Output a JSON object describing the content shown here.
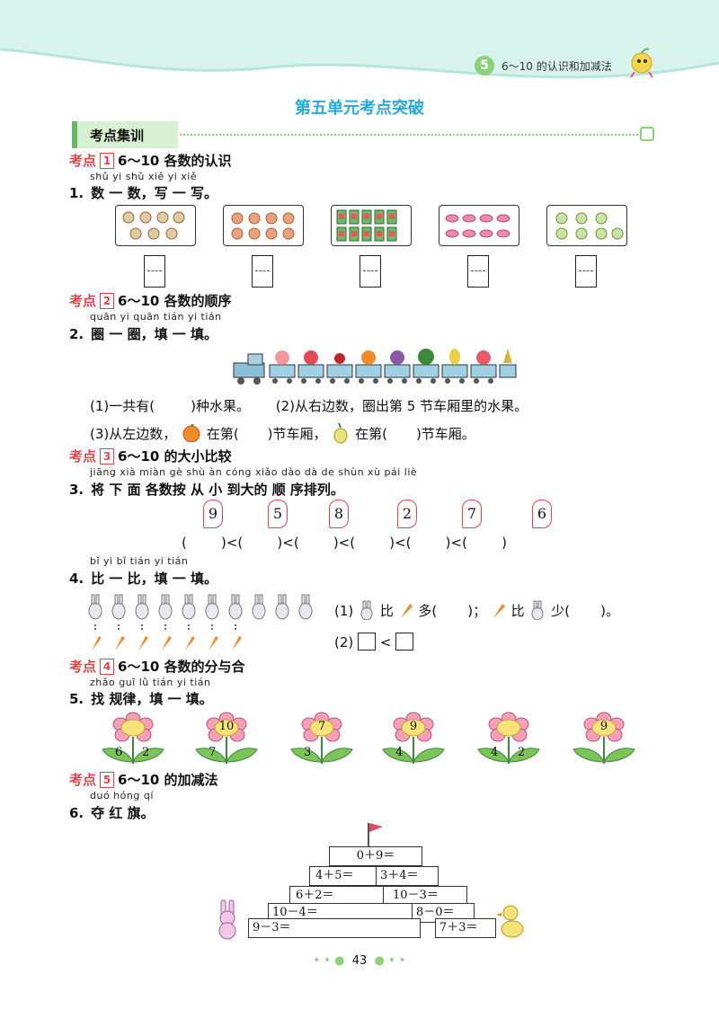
{
  "header": {
    "unit_no": "5",
    "unit_title": "6～10 的认识和加减法"
  },
  "page_title": "第五单元考点突破",
  "section_tag": "考点集训",
  "kp1": {
    "label": "考点",
    "num": "1",
    "title": "6～10 各数的认识",
    "pinyin": "shǔ yi shǔ  xiě yi xiě",
    "q_no": "1.",
    "q_text": "数 一 数，写 一 写。"
  },
  "kp2": {
    "label": "考点",
    "num": "2",
    "title": "6～10 各数的顺序",
    "pinyin": "quān yi quān  tián yi tián",
    "q_no": "2.",
    "q_text": "圈 一 圈，填 一 填。",
    "l1a": "(1)一共有(",
    "l1b": ")种水果。",
    "l1c": "(2)从右边数，圈出第 5 节车厢里的水果。",
    "l2a": "(3)从左边数，",
    "l2b": "在第(",
    "l2c": ")节车厢，",
    "l2d": "在第(",
    "l2e": ")节车厢。"
  },
  "kp3": {
    "label": "考点",
    "num": "3",
    "title": "6～10 的大小比较",
    "pinyin": "jiāng xià miàn gè shù àn cóng xiǎo dào dà de shùn xù pái liè",
    "q_no": "3.",
    "q_text": "将 下 面 各数按 从  小 到大的 顺 序排列。",
    "numbers": [
      "9",
      "5",
      "8",
      "2",
      "7",
      "6"
    ],
    "order_line": "(        )<(        )<(        )<(        )<(        )<(        )"
  },
  "q4": {
    "pinyin": "bǐ yi bǐ  tián yi tián",
    "q_no": "4.",
    "q_text": "比 一 比，填 一 填。",
    "p1a": "(1)",
    "p1b": "比",
    "p1c": "多(",
    "p1d": ")；",
    "p1e": "比",
    "p1f": "少(",
    "p1g": ")。",
    "p2a": "(2)",
    "p2b": "<"
  },
  "kp4": {
    "label": "考点",
    "num": "4",
    "title": "6～10 各数的分与合",
    "pinyin": "zhǎo guī lǜ  tián yi tián",
    "q_no": "5.",
    "q_text": "找 规律，填 一 填。",
    "flowers": [
      {
        "top": "",
        "left": "6",
        "right": "2"
      },
      {
        "top": "10",
        "left": "7",
        "right": ""
      },
      {
        "top": "7",
        "left": "3",
        "right": ""
      },
      {
        "top": "9",
        "left": "4",
        "right": ""
      },
      {
        "top": "",
        "left": "4",
        "right": "2"
      },
      {
        "top": "9",
        "left": "",
        "right": ""
      }
    ]
  },
  "kp5": {
    "label": "考点",
    "num": "5",
    "title": "6～10 的加减法",
    "pinyin": "duó hóng qí",
    "q_no": "6.",
    "q_text": "夺 红 旗。",
    "r1": "0＋9＝",
    "r2a": "4＋5＝",
    "r2b": "3＋4＝",
    "r3a": "6＋2＝",
    "r3b": "10－3＝",
    "r4a": "10－4＝",
    "r4b": "8－0＝",
    "r5a": "9－3＝",
    "r5b": "7＋3＝"
  },
  "footer": {
    "page": "43"
  },
  "colors": {
    "accent": "#29a9d6",
    "red": "#e0444a",
    "green": "#8fd07a"
  }
}
